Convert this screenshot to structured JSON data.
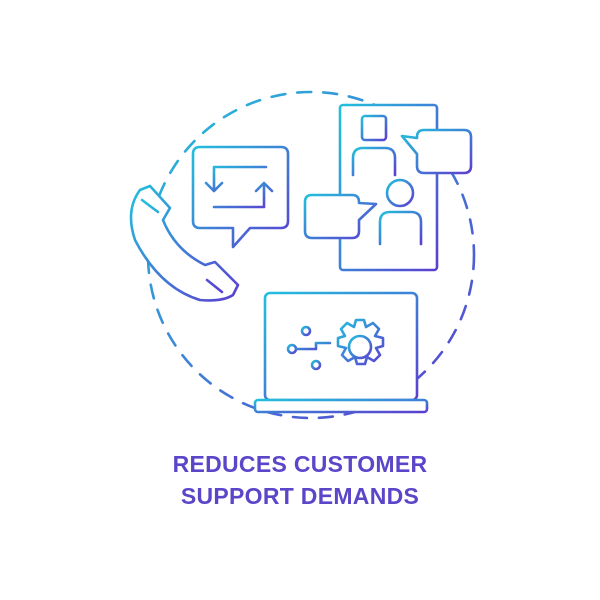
{
  "caption": {
    "line1": "REDUCES CUSTOMER",
    "line2": "SUPPORT DEMANDS"
  },
  "icons": [
    "dashed-circle",
    "phone-handset-icon",
    "chat-bubble-exchange-icon",
    "smartphone-video-chat-icon",
    "laptop-gear-icon"
  ],
  "colors": {
    "gradient_start": "#2ab8d8",
    "gradient_end": "#5b3fd0",
    "text": "#5b45c9"
  }
}
